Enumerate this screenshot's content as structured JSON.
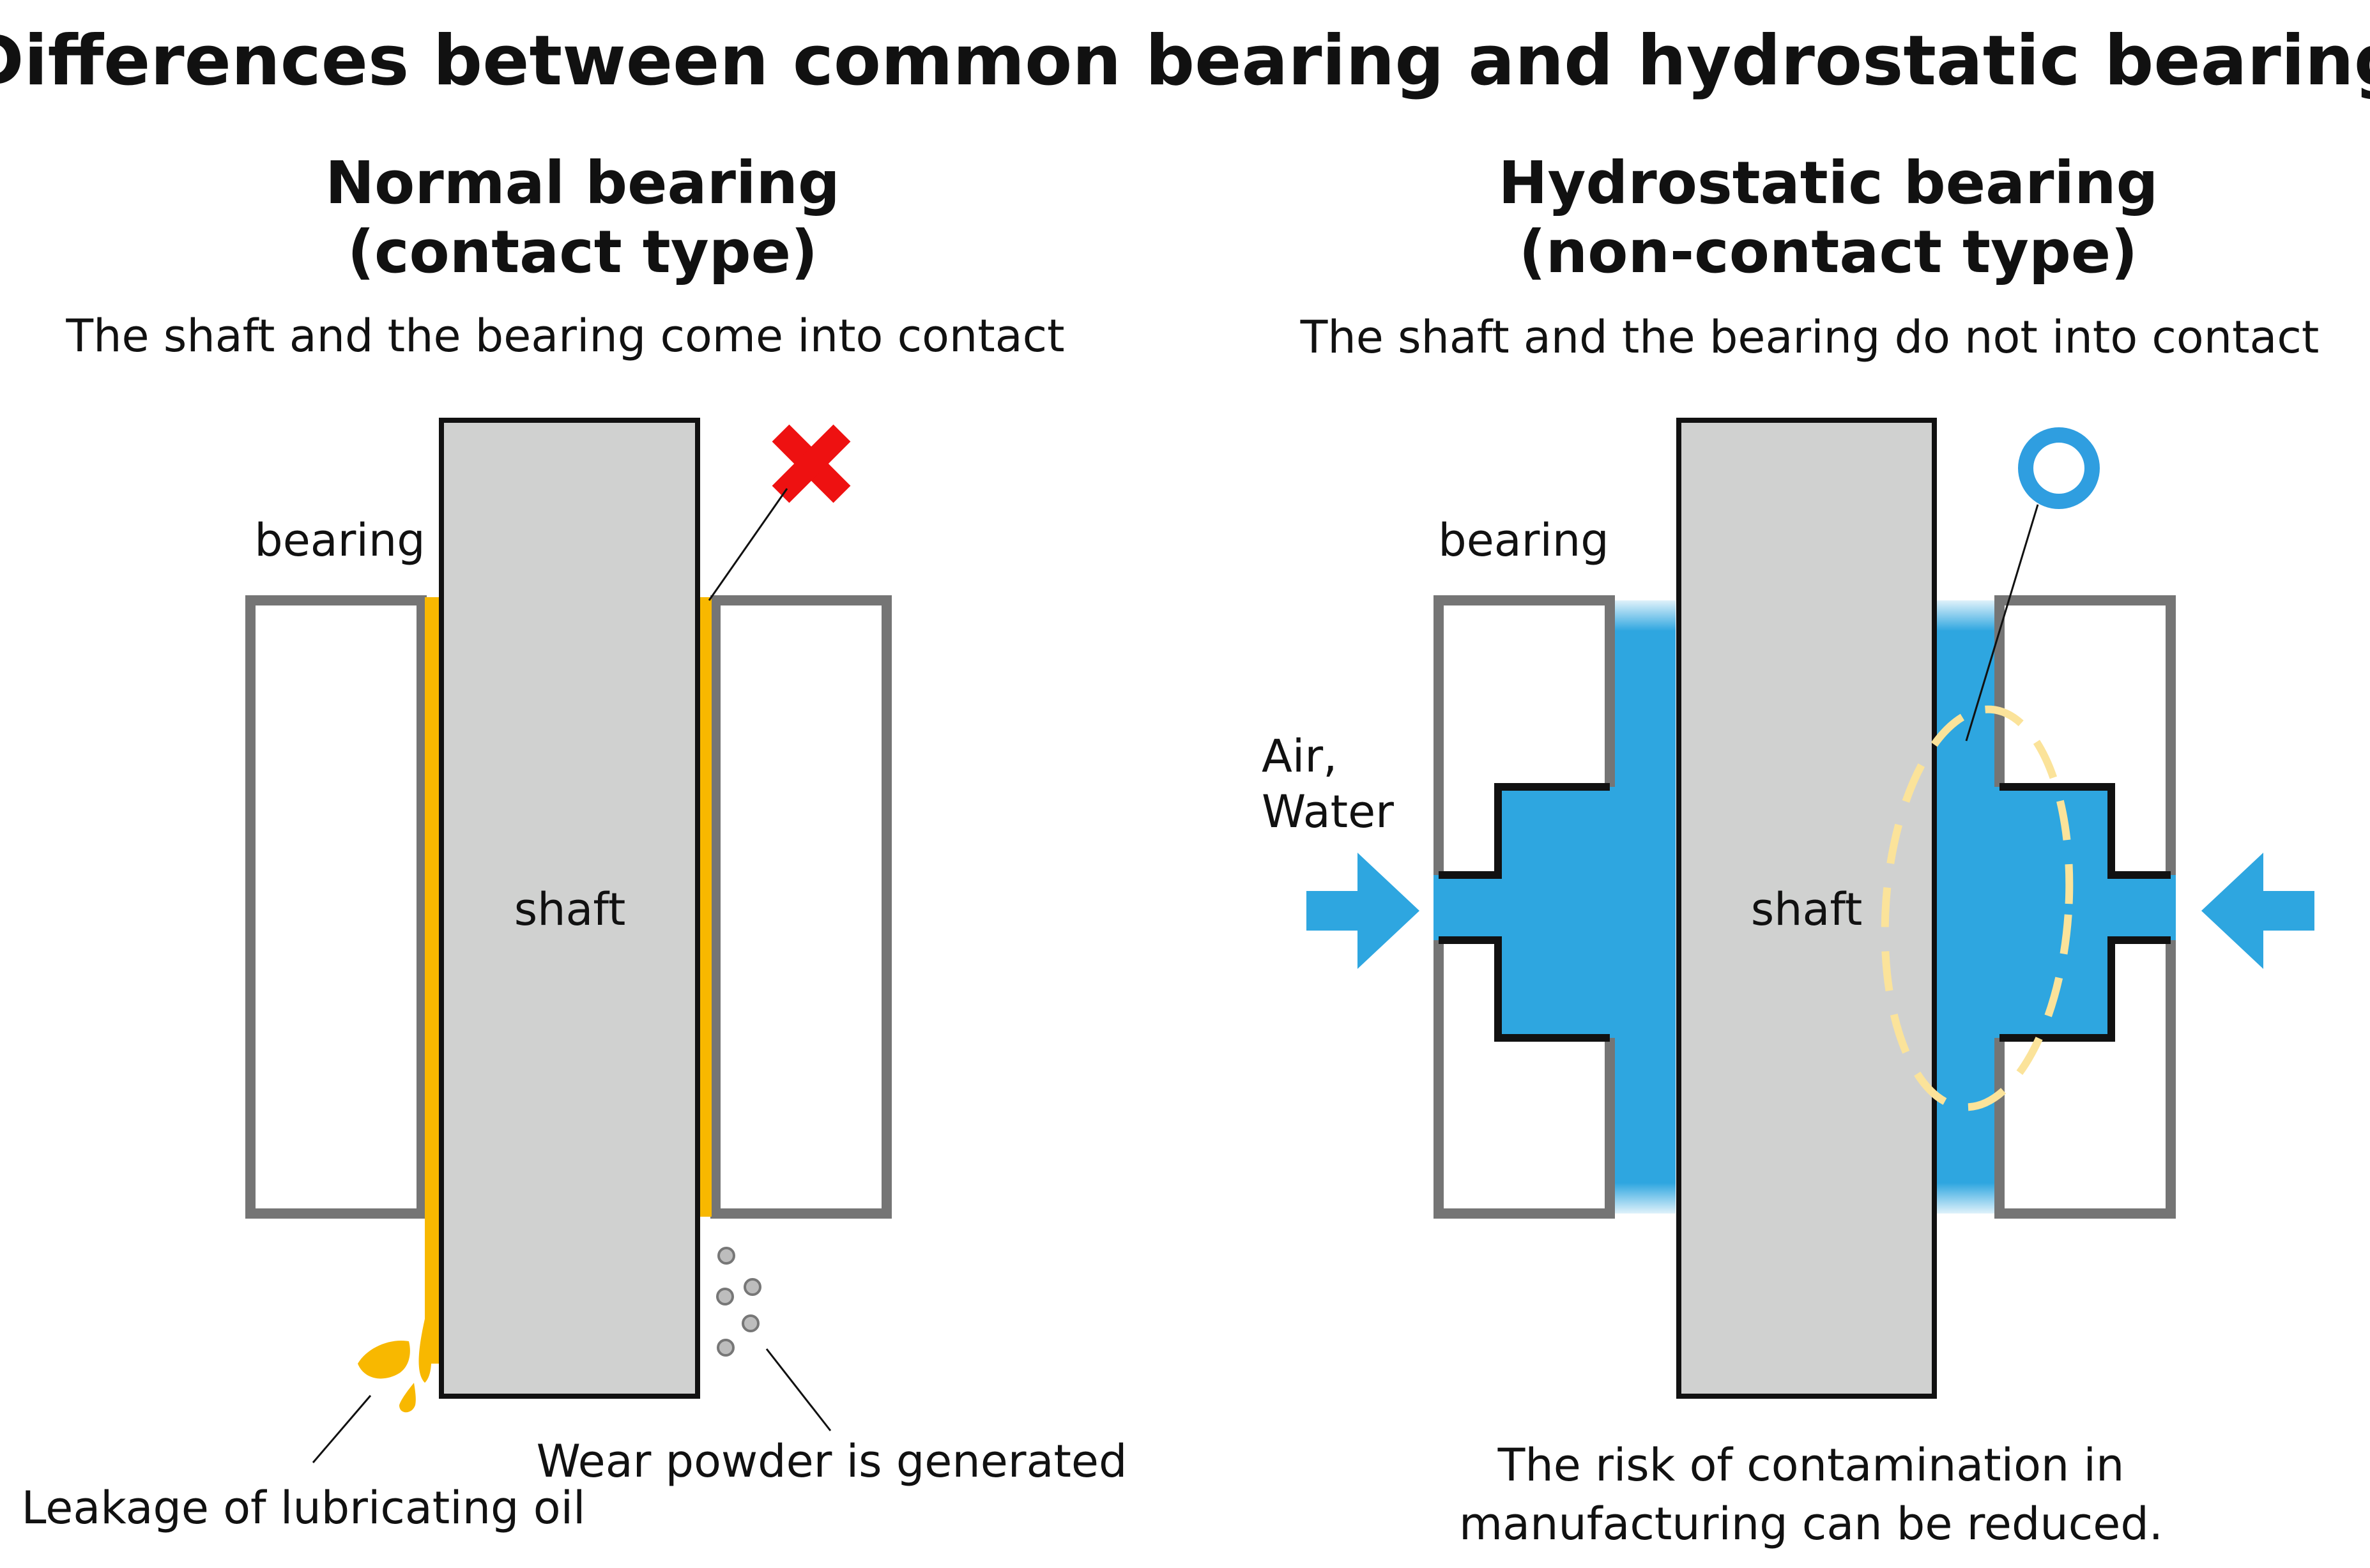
{
  "title": "【Differences between common bearing and hydrostatic bearing】",
  "colors": {
    "bearing_outline": "#757575",
    "shaft_fill": "#d0d1d0",
    "oil": "#f8b800",
    "fluid": "#2ea6e0",
    "cross": "#ee1111",
    "circle_mark": "#2f9ee0",
    "contamination_ellipse": "#fbe39a",
    "powder": "#bdbdbd"
  },
  "left": {
    "heading_line1": "Normal bearing",
    "heading_line2": "(contact type)",
    "subtitle": "The shaft and the bearing come into contact",
    "bearing_label": "bearing",
    "shaft_label": "shaft",
    "mark": "cross-mark-icon",
    "wear_powder_label": "Wear powder is generated",
    "oil_leak_label": "Leakage of lubricating oil"
  },
  "right": {
    "heading_line1": "Hydrostatic bearing",
    "heading_line2": "(non-contact type)",
    "subtitle": "The shaft and the bearing do not into contact",
    "bearing_label": "bearing",
    "shaft_label": "shaft",
    "fluid_label_line1": "Air,",
    "fluid_label_line2": "Water",
    "mark": "circle-mark-icon",
    "benefit_line1": "The risk of contamination in",
    "benefit_line2": "manufacturing can be reduced."
  }
}
